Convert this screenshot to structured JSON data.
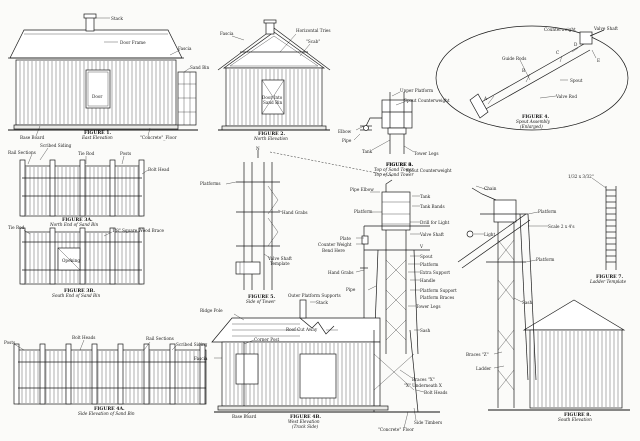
{
  "fig1": {
    "caption": "FIGURE 1.",
    "subtitle": "East Elevation",
    "labels": {
      "stack": "Stack",
      "door_frame": "Door Frame",
      "fascia": "Fascia",
      "sand_bin": "Sand Bin",
      "door": "Door",
      "base_board": "Base Board",
      "concrete_floor": "\"Concrete\"_Floor"
    }
  },
  "fig2": {
    "caption": "FIGURE 2.",
    "subtitle": "North Elevation",
    "labels": {
      "fascia": "Fascia",
      "horizontal_tries": "Horizontal Tries",
      "scab": "\"Scab\"",
      "door_into_sand_bin_1": "Door Into",
      "door_into_sand_bin_2": "Sand Bin"
    }
  },
  "fig3": {
    "caption": "FIGURE 3.",
    "subtitle": "Top of Sand Tower",
    "labels": {
      "upper_platform": "Upper Platform",
      "spout_counterweight": "Spout Counterweight",
      "elbow": "Elbow",
      "pipe": "Pipe",
      "tank": "Tank",
      "tower_legs": "Tower Legs"
    }
  },
  "fig4": {
    "caption": "FIGURE 4.",
    "subtitle_1": "Spout Assembly",
    "subtitle_2": "(Enlarged)",
    "labels": {
      "counterweight": "Counterweight",
      "valve_shaft": "Valve Shaft",
      "guide_rods": "Guide Rods",
      "spout": "Spout",
      "valve_rod": "Valve Rod",
      "a": "A",
      "b": "B",
      "c": "C",
      "d": "D",
      "e": "E"
    }
  },
  "fig3a": {
    "caption": "FIGURE 3A.",
    "subtitle": "North End of Sand Bin",
    "labels": {
      "scribed_siding": "Scribed Siding",
      "rail_sections": "Rail Sections",
      "tie_rod": "Tie Rod",
      "posts": "Posts",
      "bolt_head": "Bolt Head"
    }
  },
  "fig3b": {
    "caption": "FIGURE 3B.",
    "subtitle": "South End of Sand Bin",
    "labels": {
      "tie_rod": "Tie Rod",
      "brace": "1/8\" Square Wood Brace",
      "opening": "Opening"
    }
  },
  "fig5": {
    "caption": "FIGURE 5.",
    "subtitle": "Side of Tower",
    "labels": {
      "platforms": "Platforms",
      "hand_grabs": "Hand Grabs",
      "valve_shaft_template_1": "Valve Shaft",
      "valve_shaft_template_2": "Template",
      "top_mark": "N"
    }
  },
  "fig6": {
    "caption": "FIGURE 6.",
    "subtitle": "Top of Sand Tower",
    "labels": {
      "spout_counterweight": "Spout Counterweight",
      "pipe_elbow": "Pipe Elbow",
      "tank": "Tank",
      "tank_bands": "Tank Bands",
      "platform": "Platform",
      "drill_for_light": "Drill for Light",
      "valve_shaft": "Valve Shaft",
      "plate": "Plate",
      "counter_weight": "Counter Weight",
      "bend_here": "Bend Here",
      "v": "V",
      "spout": "Spout",
      "platform2": "Platform",
      "hand_grabs": "Hand Grabs",
      "extra_support": "Extra Support",
      "handle": "Handle",
      "platform_support": "Platform Support",
      "platform_braces": "Platform Braces",
      "pipe": "Pipe",
      "outer_platform_supports": "Outer Platform Supports",
      "tower_legs": "Tower Legs",
      "sash": "Sash"
    }
  },
  "fig7": {
    "caption": "FIGURE 7.",
    "subtitle": "Ladder Template",
    "labels": {
      "dim": "1/32 x 3/32\""
    }
  },
  "fig8": {
    "caption": "FIGURE 8.",
    "subtitle": "South Elevation",
    "labels": {
      "chain": "Chain",
      "light": "Light",
      "platform": "Platform",
      "scale": "Scale 2 x 4's",
      "platform2": "Platform",
      "sash": "Sash",
      "brace_z": "Braces \"Z\"",
      "ladder": "Ladder"
    }
  },
  "fig4a": {
    "caption": "FIGURE 4A.",
    "subtitle_1": "Side Elevation of Sand Bin",
    "labels": {
      "posts": "Posts",
      "bolt_heads": "Bolt Heads",
      "rail_sections": "Rail Sections",
      "scribed_siding": "Scribed Siding"
    }
  },
  "fig4b": {
    "caption": "FIGURE 4B.",
    "subtitle_1": "West Elevation",
    "subtitle_2": "(Track Side)",
    "labels": {
      "ridge_pole": "Ridge Pole",
      "stack": "Stack",
      "roof_cut_away": "Roof Cut Away",
      "corner_post": "Corner Post",
      "fascia": "Fascia",
      "base_board": "Base Board",
      "braces_x": "Braces \"X\"",
      "x_underneath": "\"X\" Underneath X",
      "bolt_heads": "Bolt Heads",
      "side_timbers": "Side Timbers",
      "concrete_floor": "\"Concrete\" Floor"
    }
  }
}
